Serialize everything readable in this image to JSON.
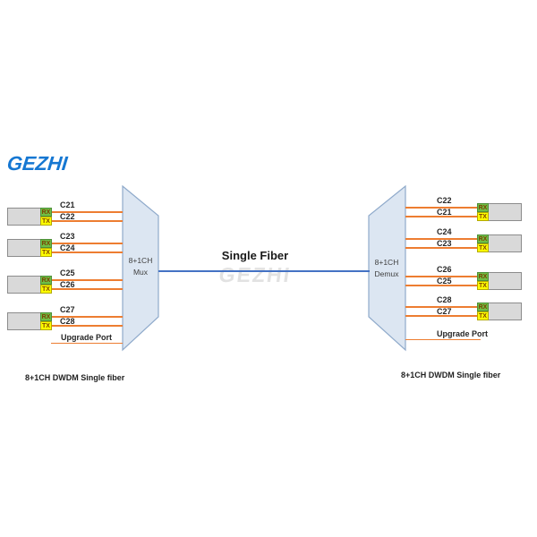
{
  "logo": {
    "text": "GEZHI"
  },
  "watermark": {
    "text": "GEZHI"
  },
  "fiber": {
    "label": "Single Fiber"
  },
  "mux": {
    "title_line1": "8+1CH",
    "title_line2": "Mux"
  },
  "demux": {
    "title_line1": "8+1CH",
    "title_line2": "Demux"
  },
  "ports": {
    "rx": "RX",
    "tx": "TX"
  },
  "left": {
    "caption": "8+1CH DWDM Single fiber",
    "upgrade_label": "Upgrade Port",
    "rows": [
      {
        "ch_top": "C21",
        "ch_bottom": "C22"
      },
      {
        "ch_top": "C23",
        "ch_bottom": "C24"
      },
      {
        "ch_top": "C25",
        "ch_bottom": "C26"
      },
      {
        "ch_top": "C27",
        "ch_bottom": "C28"
      }
    ]
  },
  "right": {
    "caption": "8+1CH DWDM Single fiber",
    "upgrade_label": "Upgrade Port",
    "rows": [
      {
        "ch_top": "C22",
        "ch_bottom": "C21"
      },
      {
        "ch_top": "C24",
        "ch_bottom": "C23"
      },
      {
        "ch_top": "C26",
        "ch_bottom": "C25"
      },
      {
        "ch_top": "C28",
        "ch_bottom": "C27"
      }
    ]
  },
  "colors": {
    "logo_blue": "#1577D2",
    "fiber_blue": "#4472C4",
    "channel_orange": "#ED7D31",
    "mux_fill": "#DCE6F2",
    "mux_border": "#8FAACB",
    "module_gray": "#D9D9D9",
    "rx_green": "#6FBE44",
    "tx_yellow": "#FFFF00",
    "watermark_gray": "#CFCFCF"
  }
}
